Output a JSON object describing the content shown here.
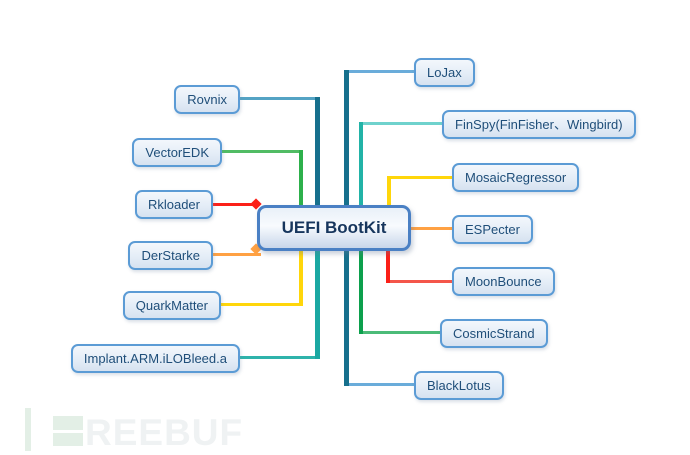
{
  "mindmap": {
    "center_label": "UEFI BootKit",
    "left_branches": [
      {
        "label": "Rovnix",
        "color": "#54a3c4"
      },
      {
        "label": "VectorEDK",
        "color": "#51bc64"
      },
      {
        "label": "Rkloader",
        "color": "#fb2018"
      },
      {
        "label": "DerStarke",
        "color": "#ffa143"
      },
      {
        "label": "QuarkMatter",
        "color": "#ffd60a"
      },
      {
        "label": "Implant.ARM.iLOBleed.a",
        "color": "#2eb3ab"
      }
    ],
    "right_branches": [
      {
        "label": "LoJax",
        "color": "#6aacda"
      },
      {
        "label": "FinSpy(FinFisher、Wingbird)",
        "color": "#6fd2cd"
      },
      {
        "label": "MosaicRegressor",
        "color": "#ffd60a"
      },
      {
        "label": "ESPecter",
        "color": "#ffa143"
      },
      {
        "label": "MoonBounce",
        "color": "#f4564a"
      },
      {
        "label": "CosmicStrand",
        "color": "#4bbb78"
      },
      {
        "label": "BlackLotus",
        "color": "#6aacda"
      }
    ]
  },
  "connectors": {
    "rovnix_h": "#54a3c4",
    "vectoredk_h": "#51bc64",
    "rkloader_h": "#fb2018",
    "derstarke_h": "#ffa143",
    "quarkmatter_h": "#ffd60a",
    "implant_h": "#2eb3ab",
    "lojax_h": "#6aacda",
    "finspy_h": "#6fd2cd",
    "mosaic_h": "#ffd60a",
    "especter_h": "#ffa143",
    "moonbounce_h": "#f4564a",
    "cosmic_h": "#4bbb78",
    "blacklotus_h": "#6aacda",
    "left_trunk_upper": "#16708d",
    "left_trunk_lower": "#1ba8a2",
    "right_trunk": "#16708d",
    "finspy_v": "#22b3a7",
    "cosmic_v": "#0ca04d",
    "vectoredk_v": "#2db04b",
    "quarkmatter_v": "#ffd60a",
    "mosaic_v": "#ffd60a",
    "moonbounce_v": "#fb2018"
  },
  "palette": {
    "box_border": "#5b9bd5",
    "box_text": "#1f4e79",
    "center_border": "#4a80c4",
    "center_text": "#17365d",
    "background": "#ffffff"
  },
  "watermark": {
    "brand": "FREEBUF",
    "letters": "REEBUF",
    "mark_color": "#e3efe6",
    "text_color": "#eff2f3"
  }
}
